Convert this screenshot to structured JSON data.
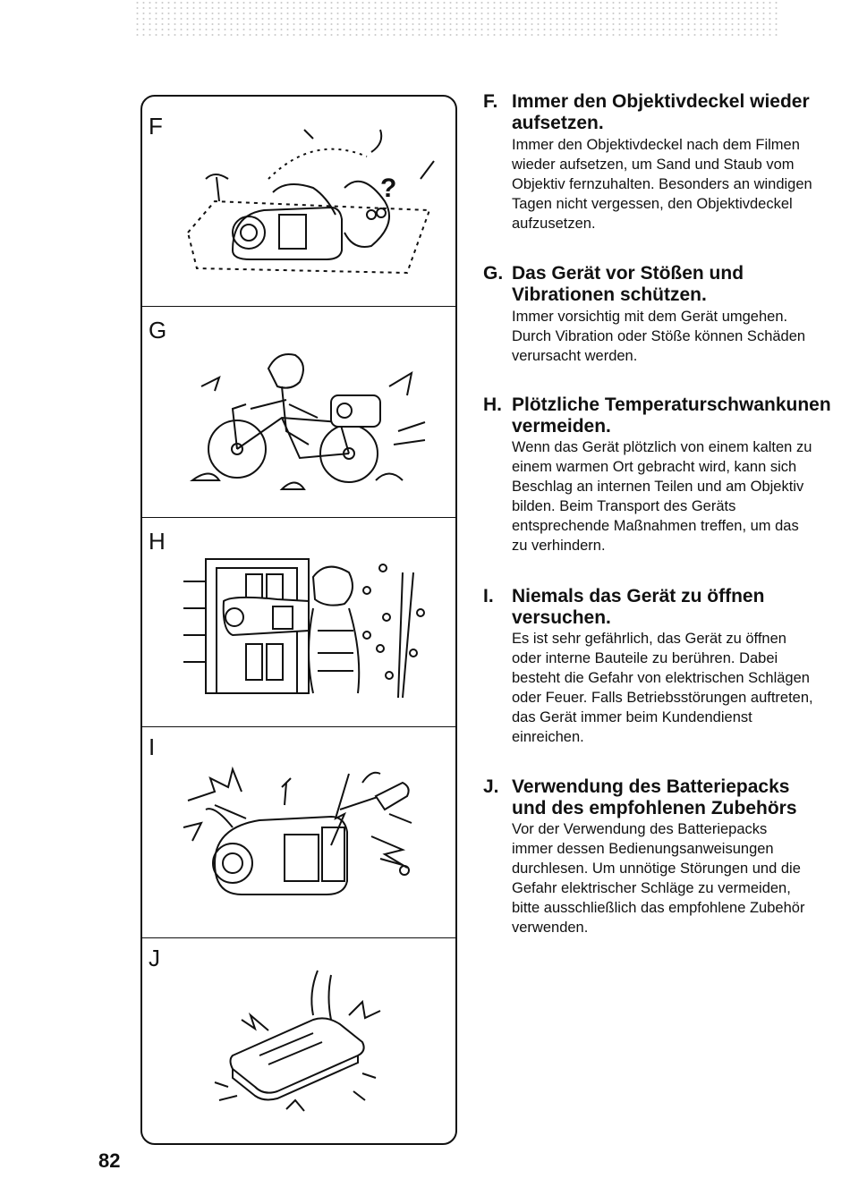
{
  "page_number": "82",
  "panels": [
    {
      "letter": "F",
      "icon": "camcorder-on-beach-illustration"
    },
    {
      "letter": "G",
      "icon": "bicycle-vibration-illustration"
    },
    {
      "letter": "H",
      "icon": "temperature-change-door-illustration"
    },
    {
      "letter": "I",
      "icon": "camcorder-opened-warning-illustration"
    },
    {
      "letter": "J",
      "icon": "battery-pack-illustration"
    }
  ],
  "items": [
    {
      "letter": "F.",
      "title": "Immer den Objektivdeckel wieder\naufsetzen.",
      "body": "Immer den Objektivdeckel nach dem Filmen\nwieder aufsetzen, um Sand und Staub vom\nObjektiv fernzuhalten. Besonders an windigen\nTagen nicht vergessen, den Objektivdeckel\naufzusetzen."
    },
    {
      "letter": "G.",
      "title": "Das Gerät vor Stößen und\nVibrationen schützen.",
      "body": "Immer vorsichtig mit dem Gerät umgehen.\nDurch Vibration oder Stöße können Schäden\nverursacht werden."
    },
    {
      "letter": "H.",
      "title": "Plötzliche Temperaturschwankunen\nvermeiden.",
      "body": "Wenn das Gerät plötzlich von einem kalten zu\neinem warmen Ort gebracht wird, kann sich\nBeschlag an internen Teilen und am Objektiv\nbilden. Beim Transport des Geräts\nentsprechende Maßnahmen treffen, um das\nzu verhindern."
    },
    {
      "letter": "I.",
      "title": "Niemals das Gerät zu öffnen\nversuchen.",
      "body": "Es ist sehr gefährlich, das Gerät zu öffnen\noder interne Bauteile zu berühren. Dabei\nbesteht die Gefahr von elektrischen Schlägen\noder Feuer. Falls Betriebsstörungen auftreten,\ndas Gerät immer beim Kundendienst\neinreichen."
    },
    {
      "letter": "J.",
      "title": "Verwendung des Batteriepacks\nund des empfohlenen Zubehörs",
      "body": "Vor der Verwendung des Batteriepacks\nimmer dessen Bedienungsanweisungen\ndurchlesen. Um unnötige Störungen und die\nGefahr elektrischer Schläge zu vermeiden,\nbitte ausschließlich das empfohlene Zubehör\nverwenden."
    }
  ]
}
